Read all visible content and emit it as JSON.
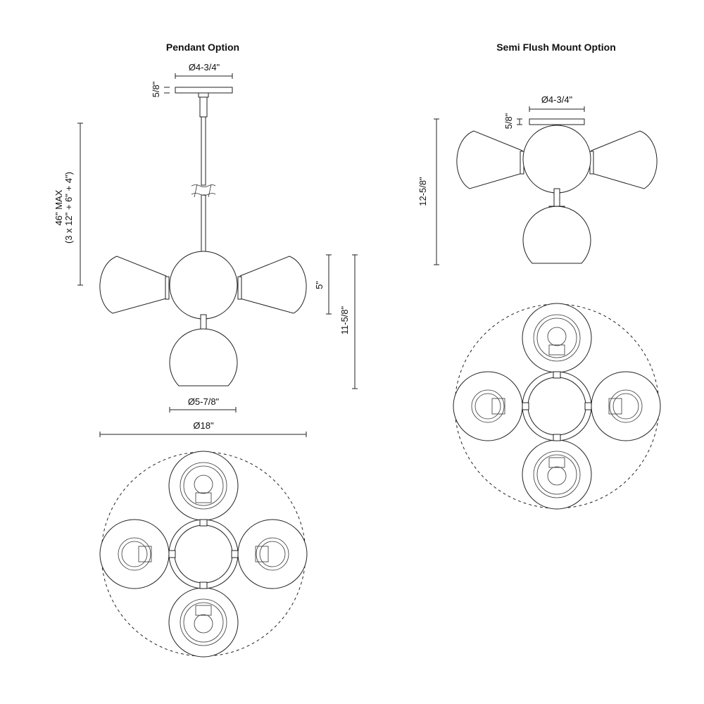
{
  "pendant": {
    "title": "Pendant Option",
    "canopy_diameter": "Ø4-3/4\"",
    "canopy_height": "5/8\"",
    "overall_height_line1": "46\" MAX",
    "overall_height_line2": "(3 x 12\" + 6\" + 4\")",
    "shade_height": "5\"",
    "body_height": "11-5/8\"",
    "globe_diameter": "Ø5-7/8\"",
    "overall_diameter": "Ø18\""
  },
  "semi_flush": {
    "title": "Semi Flush Mount Option",
    "canopy_diameter": "Ø4-3/4\"",
    "canopy_height": "5/8\"",
    "overall_height": "12-5/8\""
  }
}
